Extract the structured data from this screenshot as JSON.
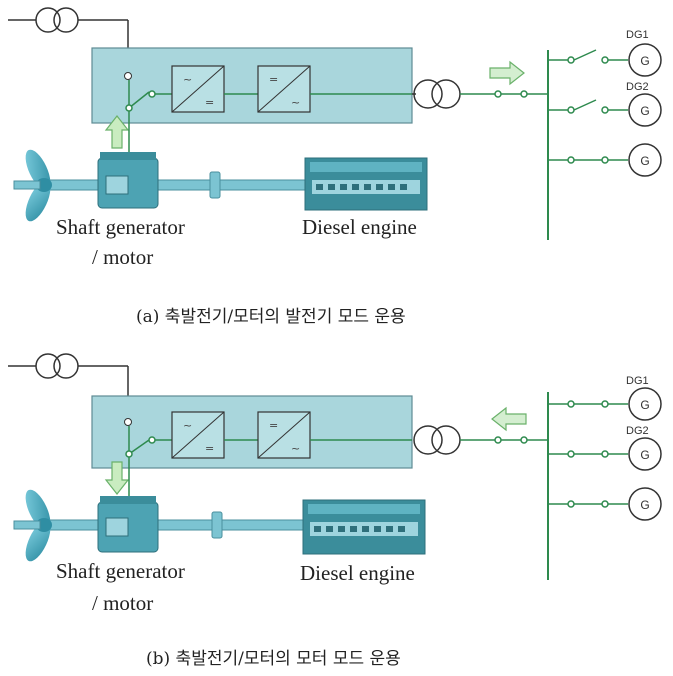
{
  "panels": [
    {
      "id": "a",
      "caption": "(a) 축발전기/모터의 발전기 모드 운용",
      "shaft_label_1": "Shaft generator",
      "shaft_label_2": "/ motor",
      "engine_label": "Diesel engine",
      "gens": [
        {
          "label": "DG1",
          "symbol": "G",
          "breaker": "open"
        },
        {
          "label": "DG2",
          "symbol": "G",
          "breaker": "open"
        },
        {
          "label": "",
          "symbol": "G",
          "breaker": "closed"
        }
      ],
      "converter_1": [
        "~",
        "="
      ],
      "converter_2": [
        "=",
        "~"
      ],
      "power_flow": "shaft generator to bus"
    },
    {
      "id": "b",
      "caption": "(b) 축발전기/모터의 모터 모드 운용",
      "shaft_label_1": "Shaft generator",
      "shaft_label_2": "/ motor",
      "engine_label": "Diesel engine",
      "gens": [
        {
          "label": "DG1",
          "symbol": "G",
          "breaker": "closed"
        },
        {
          "label": "DG2",
          "symbol": "G",
          "breaker": "closed"
        },
        {
          "label": "",
          "symbol": "G",
          "breaker": "closed"
        }
      ],
      "converter_1": [
        "~",
        "="
      ],
      "converter_2": [
        "=",
        "~"
      ],
      "power_flow": "bus to shaft motor"
    }
  ],
  "colors": {
    "box_fill": "#a9d6dc",
    "box_stroke": "#5f8b94",
    "machine": "#4da3b3",
    "line": "#2e8a4e",
    "arrow": "#b8e0a8"
  }
}
